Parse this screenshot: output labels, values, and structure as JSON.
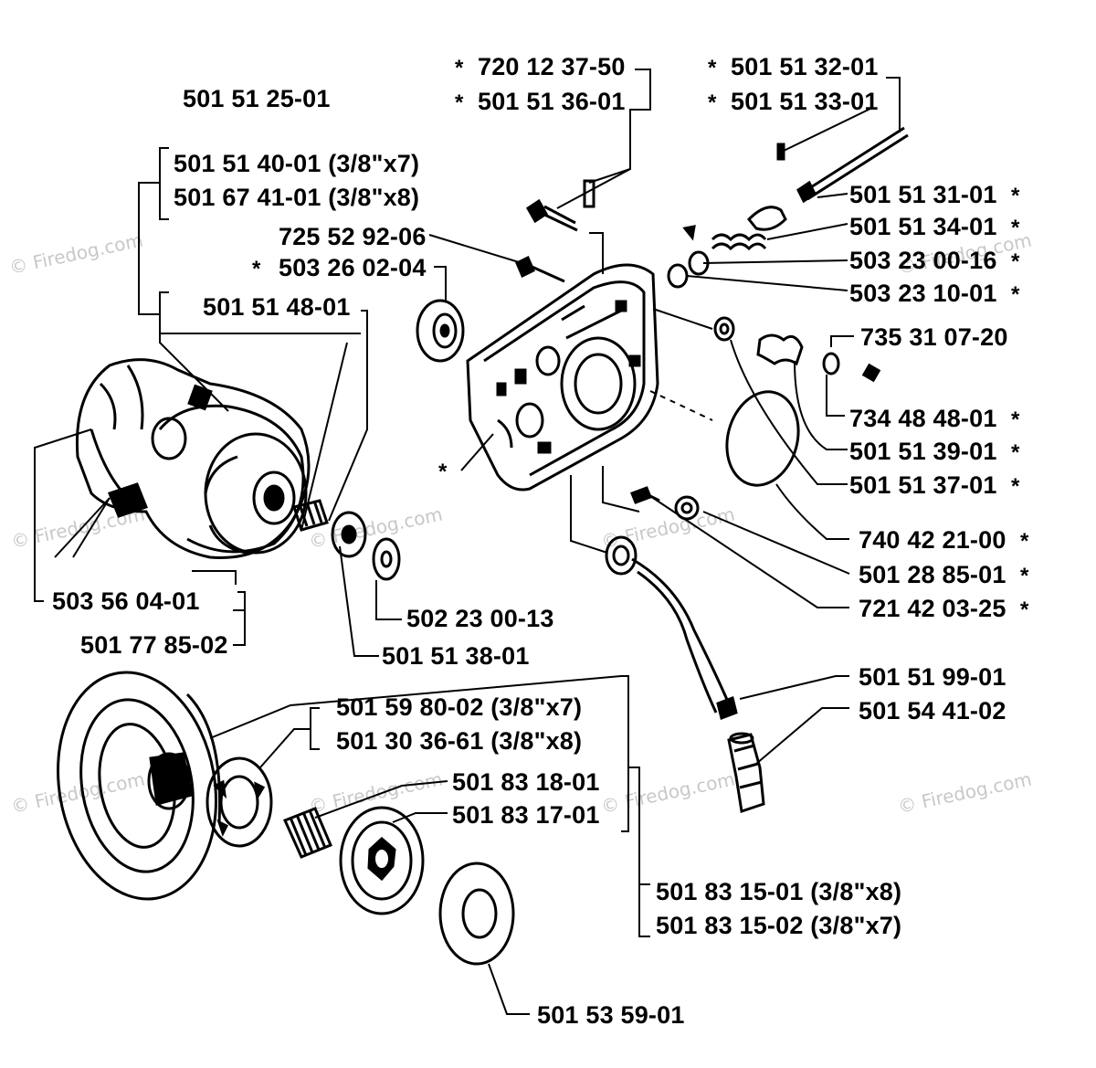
{
  "watermark": "© Firedog.com",
  "labels": {
    "l1": "501 51 25-01",
    "l2": "501 51 40-01 (3/8\"x7)",
    "l3": "501 67 41-01 (3/8\"x8)",
    "l4": "725 52 92-06",
    "l5": "503 26 02-04",
    "l6": "501 51 48-01",
    "l7": "720 12 37-50",
    "l8": "501 51 36-01",
    "l9": "501 51 32-01",
    "l10": "501 51 33-01",
    "l11": "501 51 31-01",
    "l12": "501 51 34-01",
    "l13": "503 23 00-16",
    "l14": "503 23 10-01",
    "l15": "735 31 07-20",
    "l16": "734 48 48-01",
    "l17": "501 51 39-01",
    "l18": "501 51 37-01",
    "l19": "740 42 21-00",
    "l20": "501 28 85-01",
    "l21": "721 42 03-25",
    "l22": "501 51 99-01",
    "l23": "501 54 41-02",
    "l24": "503 56 04-01",
    "l25": "501 77 85-02",
    "l26": "502 23 00-13",
    "l27": "501 51 38-01",
    "l28": "501 59 80-02 (3/8\"x7)",
    "l29": "501 30 36-61 (3/8\"x8)",
    "l30": "501 83 18-01",
    "l31": "501 83 17-01",
    "l32": "501 83 15-01 (3/8\"x8)",
    "l33": "501 83 15-02 (3/8\"x7)",
    "l34": "501 53 59-01",
    "star": "*"
  }
}
